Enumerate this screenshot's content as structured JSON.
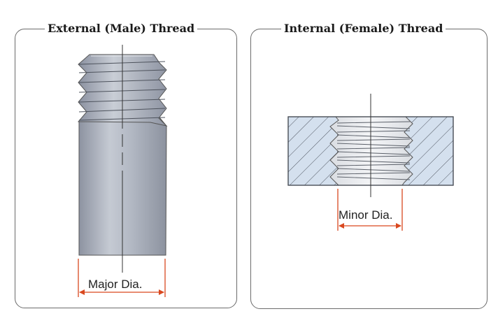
{
  "panels": {
    "external": {
      "title": "External (Male) Thread",
      "dimension_label": "Major Dia."
    },
    "internal": {
      "title": "Internal (Female) Thread",
      "dimension_label": "Minor Dia."
    }
  },
  "colors": {
    "metal": "#a9afbb",
    "block_fill": "#d4e0ee",
    "dimension": "#d9481f",
    "outline": "#555555",
    "frame": "#6b6b6b"
  }
}
